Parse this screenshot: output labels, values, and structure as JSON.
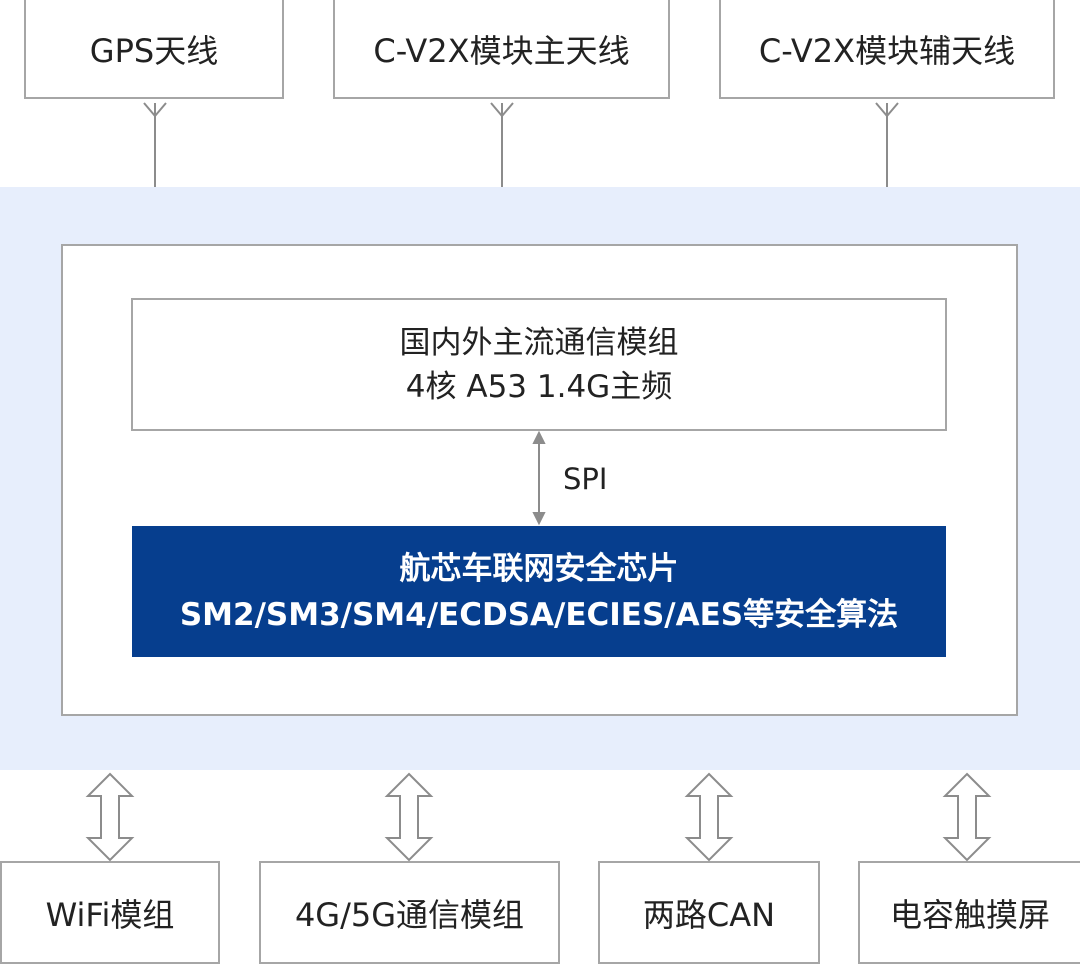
{
  "antennas": {
    "gps": "GPS天线",
    "cv2x_main": "C-V2X模块主天线",
    "cv2x_aux": "C-V2X模块辅天线"
  },
  "modem": {
    "line1": "国内外主流通信模组",
    "line2": "4核 A53 1.4G主频"
  },
  "link_label": "SPI",
  "chip": {
    "line1": "航芯车联网安全芯片",
    "line2": "SM2/SM3/SM4/ECDSA/ECIES/AES等安全算法"
  },
  "peripherals": {
    "wifi": "WiFi模组",
    "cellular": "4G/5G通信模组",
    "can": "两路CAN",
    "touch": "电容触摸屏"
  },
  "colors": {
    "band": "#e7eefc",
    "chip": "#063e8e",
    "border": "#a6a6a6"
  }
}
